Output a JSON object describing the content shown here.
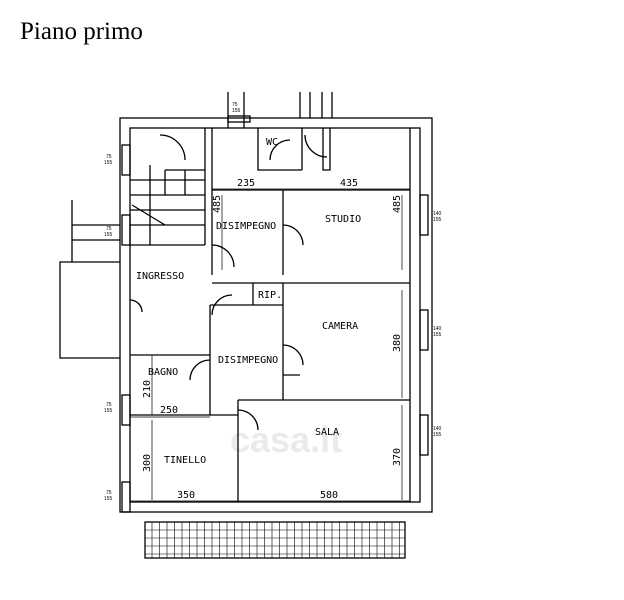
{
  "title": "Piano primo",
  "watermark": "casa.it",
  "rooms": {
    "ingresso": "INGRESSO",
    "disimpegno_top": "DISIMPEGNO",
    "disimpegno_bottom": "DISIMPEGNO",
    "wc": "WC",
    "studio": "STUDIO",
    "rip": "RIP.",
    "camera": "CAMERA",
    "bagno": "BAGNO",
    "tinello": "TINELLO",
    "sala": "SALA"
  },
  "dimensions": {
    "disimpegno_w": "235",
    "studio_w": "435",
    "disimpegno_h": "485",
    "studio_h": "485",
    "camera_h": "380",
    "bagno_h": "210",
    "bagno_w": "250",
    "tinello_h": "300",
    "tinello_w": "350",
    "sala_w": "580",
    "sala_h": "370"
  },
  "windows": {
    "small": [
      "75",
      "155"
    ],
    "large": [
      "140",
      "155"
    ]
  }
}
